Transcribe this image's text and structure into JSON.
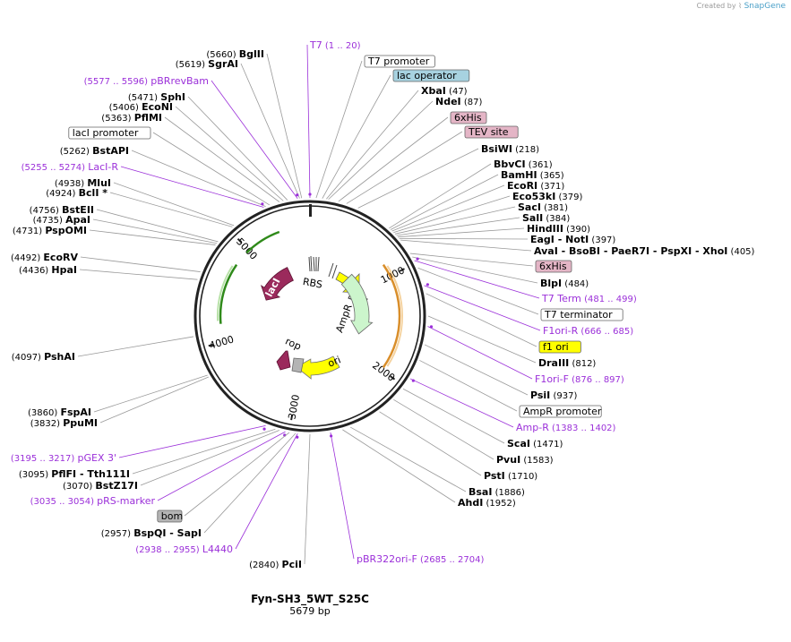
{
  "credit": {
    "prefix": "Created by",
    "brand": "SnapGene"
  },
  "plasmid": {
    "name": "Fyn-SH3_5WT_S25C",
    "length_label": "5679 bp"
  },
  "ticks": [
    "1000",
    "2000",
    "3000",
    "4000",
    "5000"
  ],
  "inner_features": {
    "rbs": "RBS",
    "ampr": "AmpR",
    "ori": "ori",
    "laci": "lacI",
    "rop": "rop"
  },
  "left_labels": [
    {
      "pos": "(5660)",
      "name": "BglII"
    },
    {
      "pos": "(5619)",
      "name": "SgrAI"
    },
    {
      "pos": "(5577 .. 5596)",
      "name": "pBRrevBam",
      "primer": true
    },
    {
      "pos": "(5471)",
      "name": "SphI"
    },
    {
      "pos": "(5406)",
      "name": "EcoNI"
    },
    {
      "pos": "(5363)",
      "name": "PflMI"
    },
    {
      "name": "lacI promoter",
      "box": "white"
    },
    {
      "pos": "(5262)",
      "name": "BstAPI"
    },
    {
      "pos": "(5255 .. 5274)",
      "name": "LacI-R",
      "primer": true
    },
    {
      "pos": "(4938)",
      "name": "MluI"
    },
    {
      "pos": "(4924)",
      "name": "BclI *"
    },
    {
      "pos": "(4756)",
      "name": "BstEII"
    },
    {
      "pos": "(4735)",
      "name": "ApaI"
    },
    {
      "pos": "(4731)",
      "name": "PspOMI"
    },
    {
      "pos": "(4492)",
      "name": "EcoRV"
    },
    {
      "pos": "(4436)",
      "name": "HpaI"
    },
    {
      "pos": "(4097)",
      "name": "PshAI"
    },
    {
      "pos": "(3860)",
      "name": "FspAI"
    },
    {
      "pos": "(3832)",
      "name": "PpuMI"
    },
    {
      "pos": "(3195 .. 3217)",
      "name": "pGEX 3'",
      "primer": true
    },
    {
      "pos": "(3095)",
      "name": "PflFI",
      "extra": "- Tth111I"
    },
    {
      "pos": "(3070)",
      "name": "BstZ17I"
    },
    {
      "pos": "(3035 .. 3054)",
      "name": "pRS-marker",
      "primer": true
    },
    {
      "name": "bom",
      "box": "gray"
    },
    {
      "pos": "(2957)",
      "name": "BspQI",
      "extra": "- SapI"
    },
    {
      "pos": "(2938 .. 2955)",
      "name": "L4440",
      "primer": true
    },
    {
      "pos": "(2840)",
      "name": "PciI"
    }
  ],
  "right_labels": [
    {
      "name": "T7 promoter",
      "box": "white"
    },
    {
      "name": "lac operator",
      "box": "blue"
    },
    {
      "name": "XbaI",
      "pos": "(47)"
    },
    {
      "name": "NdeI",
      "pos": "(87)"
    },
    {
      "name": "6xHis",
      "box": "pink"
    },
    {
      "name": "TEV site",
      "box": "pink"
    },
    {
      "name": "BsiWI",
      "pos": "(218)"
    },
    {
      "name": "BbvCI",
      "pos": "(361)"
    },
    {
      "name": "BamHI",
      "pos": "(365)"
    },
    {
      "name": "EcoRI",
      "pos": "(371)"
    },
    {
      "name": "Eco53kI",
      "pos": "(379)"
    },
    {
      "name": "SacI",
      "pos": "(381)"
    },
    {
      "name": "SalI",
      "pos": "(384)"
    },
    {
      "name": "HindIII",
      "pos": "(390)"
    },
    {
      "name": "EagI",
      "extra": "- NotI",
      "pos": "(397)"
    },
    {
      "name": "AvaI",
      "extra": "- BsoBI    - PaeR7I    - PspXI    - XhoI",
      "pos": "(405)"
    },
    {
      "name": "6xHis",
      "box": "pink"
    },
    {
      "name": "BlpI",
      "pos": "(484)"
    },
    {
      "name": "T7 Term",
      "pos": "(481 .. 499)",
      "primer": true
    },
    {
      "name": "T7 terminator",
      "box": "white"
    },
    {
      "name": "F1ori-R",
      "pos": "(666 .. 685)",
      "primer": true
    },
    {
      "name": "f1 ori",
      "box": "yellow"
    },
    {
      "name": "DraIII",
      "pos": "(812)"
    },
    {
      "name": "F1ori-F",
      "pos": "(876 .. 897)",
      "primer": true
    },
    {
      "name": "PsiI",
      "pos": "(937)"
    },
    {
      "name": "AmpR promoter",
      "box": "white"
    },
    {
      "name": "Amp-R",
      "pos": "(1383 .. 1402)",
      "primer": true
    },
    {
      "name": "ScaI",
      "pos": "(1471)"
    },
    {
      "name": "PvuI",
      "pos": "(1583)"
    },
    {
      "name": "PstI",
      "pos": "(1710)"
    },
    {
      "name": "BsaI",
      "pos": "(1886)"
    },
    {
      "name": "AhdI",
      "pos": "(1952)"
    }
  ],
  "top_labels": [
    {
      "name": "T7",
      "pos": "(1 .. 20)",
      "primer": true
    }
  ],
  "bottom_labels": [
    {
      "name": "pBR322ori-F",
      "pos": "(2685 .. 2704)",
      "primer": true
    }
  ],
  "colors": {
    "primer": "#9b30d9",
    "backbone": "#222222",
    "laci": "#9b2a5c",
    "ampr": "#ccf5cc",
    "ori": "#ffff00",
    "rop": "#9b2a5c",
    "rbs_fill": "#ffffff",
    "box_blue": "#a7d2e0",
    "box_pink": "#e4b5c6",
    "box_yellow": "#ffff00",
    "box_gray": "#b4b4b4",
    "arc_green": "#2f8a1a",
    "arc_orange": "#d98e2a"
  }
}
